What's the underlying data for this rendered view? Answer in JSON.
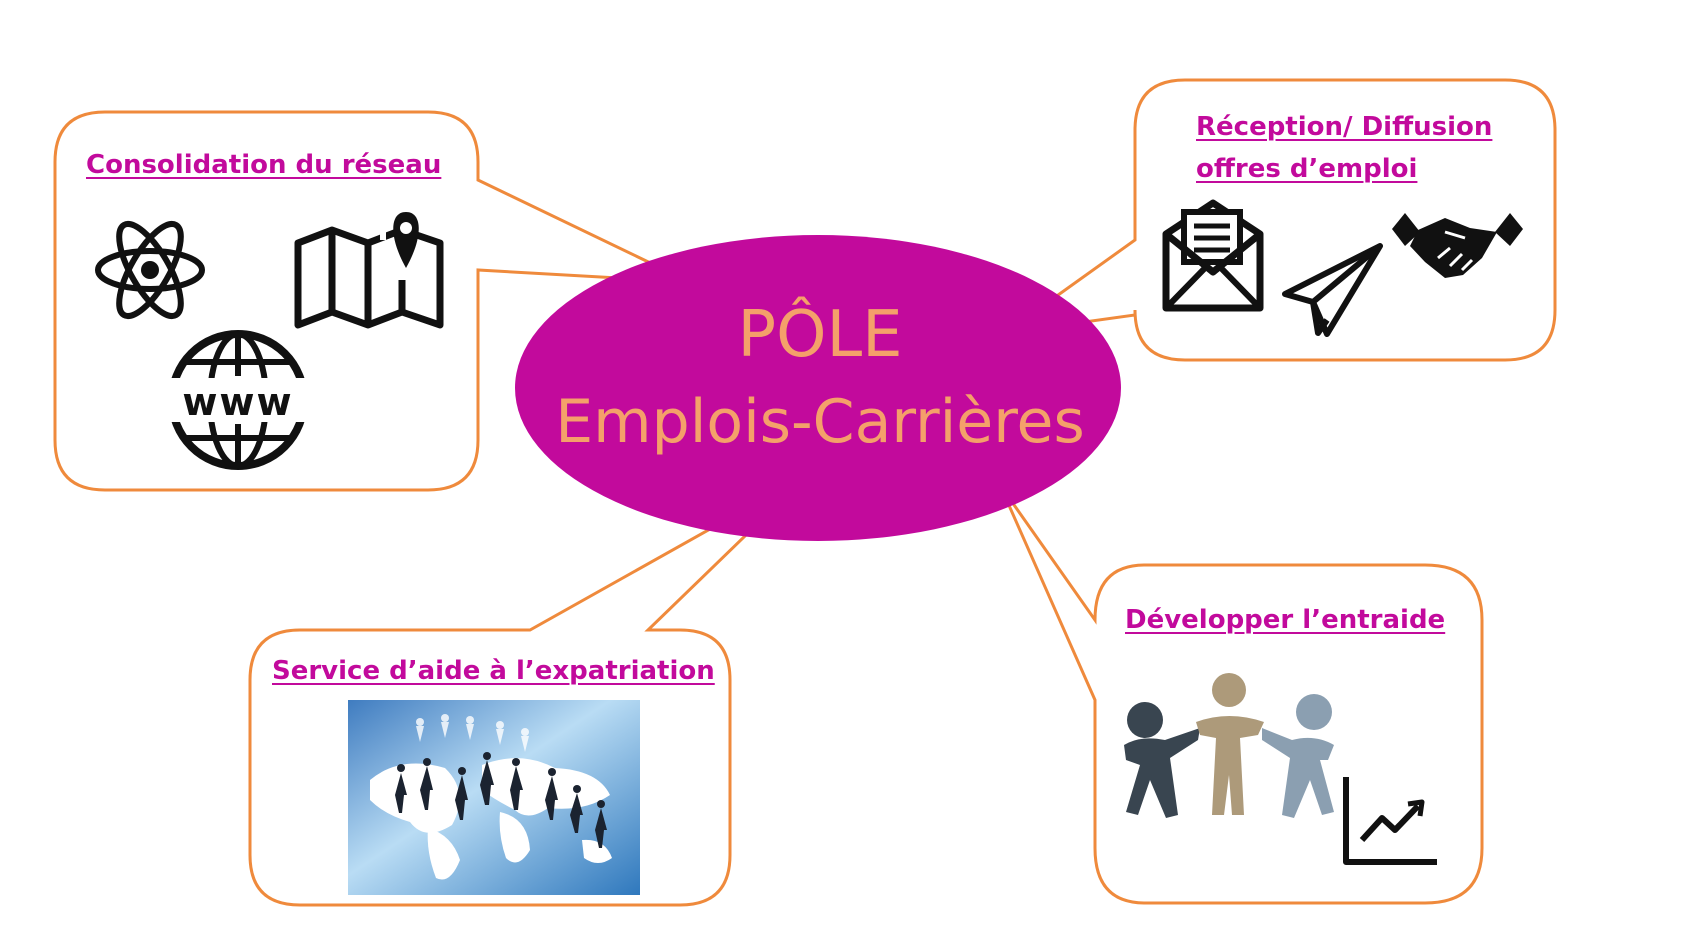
{
  "center": {
    "line1": "PÔLE",
    "line2": "Emplois-Carrières"
  },
  "boxes": {
    "network": {
      "title": "Consolidation du réseau"
    },
    "offers": {
      "title_line1": "Réception/ Diffusion",
      "title_line2": "offres d’emploi"
    },
    "expat": {
      "title": "Service d’aide à l’expatriation"
    },
    "mutual": {
      "title": "Développer l’entraide"
    }
  },
  "icons": {
    "www_label": "www"
  },
  "colors": {
    "center_fill": "#c20a9c",
    "center_text": "#f4a06a",
    "box_stroke": "#ef8a3c",
    "title_text": "#c20a9c",
    "icon": "#111111"
  }
}
